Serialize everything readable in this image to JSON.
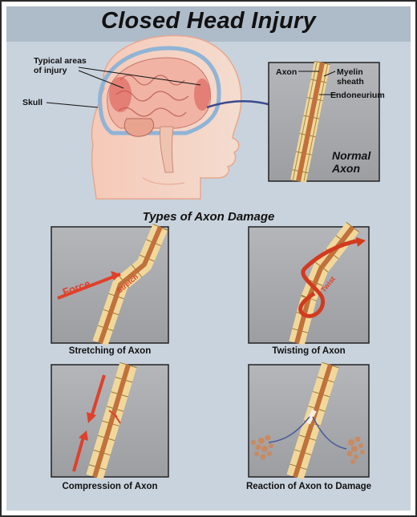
{
  "title": "Closed Head Injury",
  "labels": {
    "typical_areas": "Typical areas\nof injury",
    "skull": "Skull",
    "axon": "Axon",
    "myelin_sheath": "Myelin\nsheath",
    "endoneurium": "Endoneurium",
    "normal_axon": "Normal\nAxon"
  },
  "section_title": "Types of Axon Damage",
  "panels": {
    "stretching": {
      "caption": "Stretching of Axon",
      "force": "Force",
      "stretch": "Stretch"
    },
    "twisting": {
      "caption": "Twisting of Axon",
      "twist": "Twist"
    },
    "compression": {
      "caption": "Compression of Axon"
    },
    "reaction": {
      "caption": "Reaction of Axon to Damage"
    }
  },
  "colors": {
    "background": "#c9d3dd",
    "panel": "#a7a9ad",
    "axon_core": "#c0713c",
    "myelin": "#f1d89a",
    "arrow_red": "#e0402a"
  }
}
